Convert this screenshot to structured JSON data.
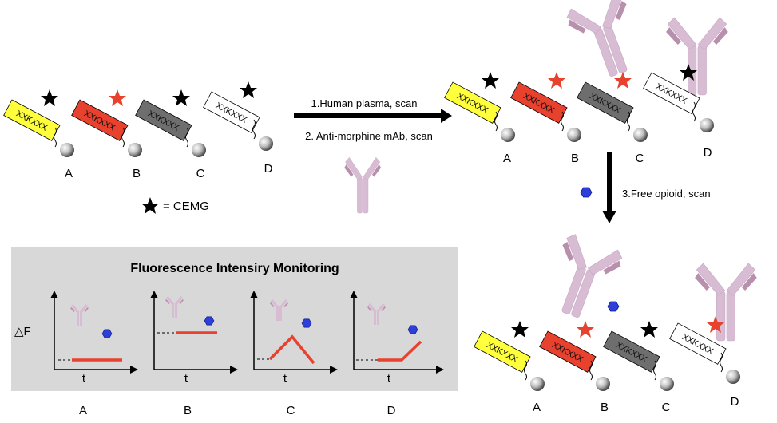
{
  "legend": {
    "label": "= CEMG"
  },
  "steps": {
    "step1": "1.Human plasma, scan",
    "step2": "2. Anti-morphine mAb, scan",
    "step3": "3.Free opioid, scan"
  },
  "panel": {
    "title": "Fluorescence Intensiry Monitoring",
    "ylabel": "△F",
    "xlabel": "t",
    "labels": [
      "A",
      "B",
      "C",
      "D"
    ]
  },
  "probe_text": "XXKXXX",
  "probe_labels": [
    "A",
    "B",
    "C",
    "D"
  ],
  "colors": {
    "yellow": "#ffff3c",
    "red": "#e8412e",
    "gray": "#6e6e6e",
    "white": "#ffffff",
    "antibody": "#d8bcd4",
    "antibody_dark": "#b890ad",
    "hexagon": "#2d3fd8",
    "trace": "#e8412e",
    "panel_bg": "#d8d8d8"
  },
  "chart_data": [
    {
      "type": "line",
      "label": "A",
      "trace": "low-flat"
    },
    {
      "type": "line",
      "label": "B",
      "trace": "high-flat"
    },
    {
      "type": "line",
      "label": "C",
      "trace": "rise-then-fall"
    },
    {
      "type": "line",
      "label": "D",
      "trace": "flat-then-rise"
    }
  ]
}
